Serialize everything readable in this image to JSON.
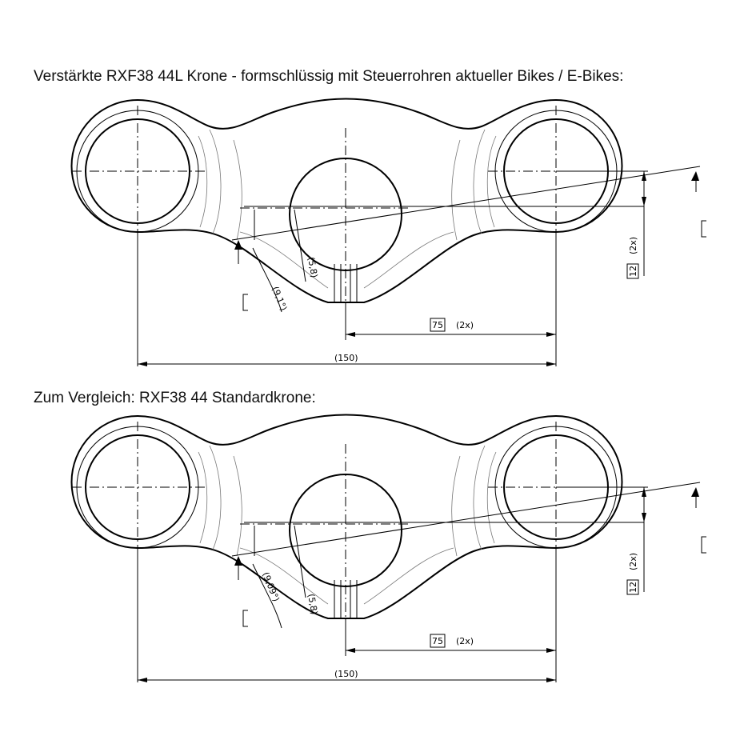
{
  "headings": {
    "top": "Verstärkte RXF38 44L Krone - formschlüssig mit Steuerrohren aktueller Bikes / E-Bikes:",
    "bottom": "Zum Vergleich: RXF38 44 Standardkrone:"
  },
  "drawings": {
    "top": {
      "dim_width": "(150)",
      "dim_half": "75",
      "dim_half_count": "(2x)",
      "dim_height": "12",
      "dim_height_count": "(2x)",
      "dim_offset": "(5,8)",
      "dim_angle": "(9,1°)"
    },
    "bottom": {
      "dim_width": "(150)",
      "dim_half": "75",
      "dim_half_count": "(2x)",
      "dim_height": "12",
      "dim_height_count": "(2x)",
      "dim_offset": "(5,8)",
      "dim_angle": "(9,09°)"
    }
  }
}
